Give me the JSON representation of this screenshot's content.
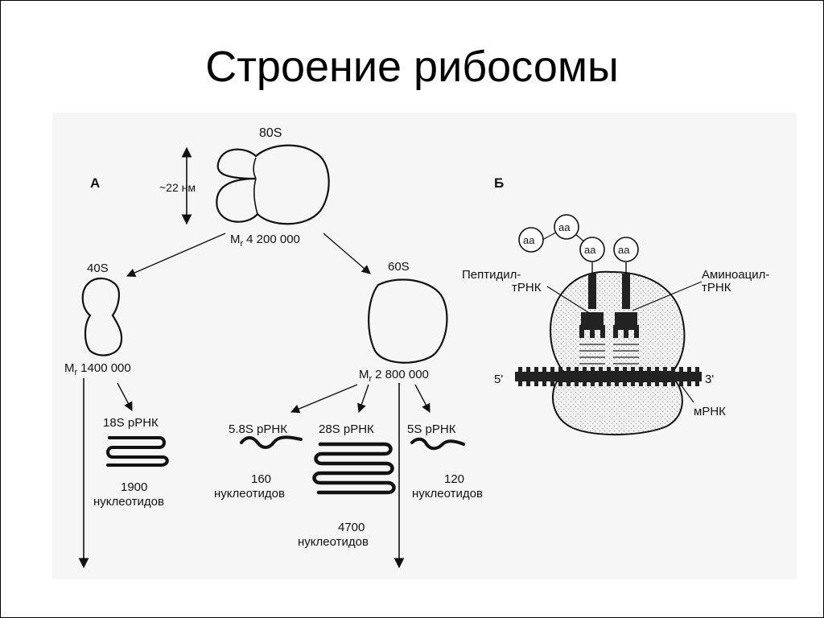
{
  "slide": {
    "title": "Строение рибосомы"
  },
  "panel_a": {
    "label": "А",
    "ribosome_80s": {
      "name": "80S",
      "size": "~22 нм",
      "mass_prefix": "M",
      "mass_sub": "r",
      "mass_value": "4 200 000"
    },
    "subunit_40s": {
      "name": "40S",
      "mass_prefix": "M",
      "mass_sub": "r",
      "mass_value": "1400 000"
    },
    "subunit_60s": {
      "name": "60S",
      "mass_prefix": "M",
      "mass_sub": "r",
      "mass_value": "2 800 000"
    },
    "rrna_18s": {
      "name": "18S рРНК",
      "count": "1900",
      "unit": "нуклеотидов"
    },
    "rrna_58s": {
      "name": "5.8S рРНК",
      "count": "160",
      "unit": "нуклеотидов"
    },
    "rrna_28s": {
      "name": "28S рРНК",
      "count": "4700",
      "unit": "нуклеотидов"
    },
    "rrna_5s": {
      "name": "5S рРНК",
      "count": "120",
      "unit": "нуклеотидов"
    }
  },
  "panel_b": {
    "label": "Б",
    "amino_acid": "аа",
    "peptidyl_line1": "Пептидил-",
    "peptidyl_line2": "тРНК",
    "aminoacyl_line1": "Аминоацил-",
    "aminoacyl_line2": "тРНК",
    "end5": "5'",
    "end3": "3'",
    "mrna": "мРНК"
  }
}
